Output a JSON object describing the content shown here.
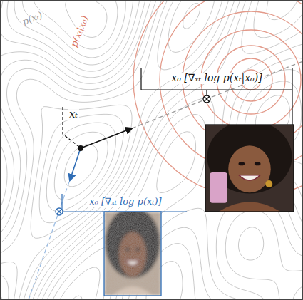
{
  "diagram": {
    "labels": [
      "p(xₜ)",
      "p(xₜ|x₀)",
      "xₜ",
      "x₀ [∇ₓₜ log p(xₜ|x₀)]",
      "x₀ [∇ₓₜ log p(xₜ)]"
    ]
  }
}
